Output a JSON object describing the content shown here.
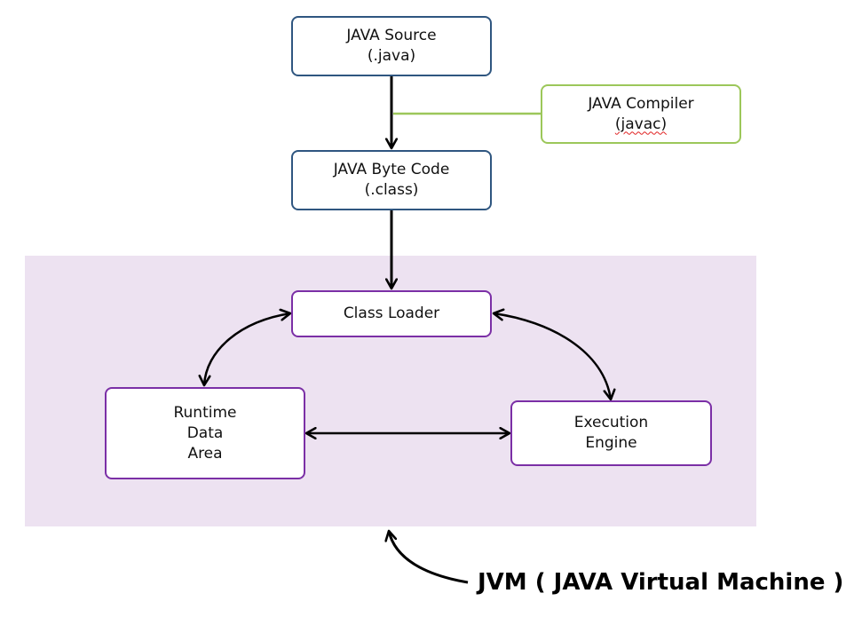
{
  "nodes": {
    "java_source": {
      "line1": "JAVA Source",
      "line2": "(.java)"
    },
    "java_compiler": {
      "line1": "JAVA Compiler",
      "line2": "(javac)"
    },
    "byte_code": {
      "line1": "JAVA Byte Code",
      "line2": "(.class)"
    },
    "class_loader": {
      "line1": "Class Loader"
    },
    "runtime_data_area": {
      "line1": "Runtime",
      "line2": "Data",
      "line3": "Area"
    },
    "execution_engine": {
      "line1": "Execution",
      "line2": "Engine"
    }
  },
  "jvm_label": "JVM ( JAVA Virtual Machine )",
  "colors": {
    "source_border": "#2f5680",
    "compiler_border": "#9cc75a",
    "jvm_border": "#7b2fa6",
    "jvm_background": "#ede2f1",
    "arrow": "#000000"
  }
}
